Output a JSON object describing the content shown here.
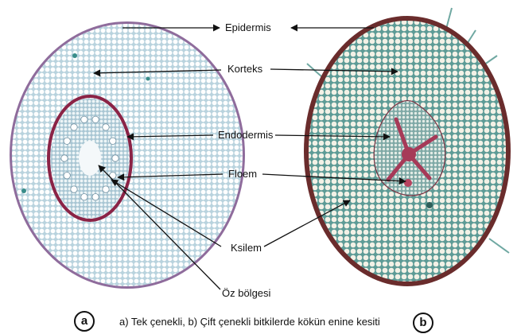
{
  "labels": {
    "epidermis": "Epidermis",
    "korteks": "Korteks",
    "endodermis": "Endodermis",
    "floem": "Floem",
    "ksilem": "Ksilem",
    "oz_bolgesi": "Öz bölgesi"
  },
  "badges": {
    "a": "a",
    "b": "b"
  },
  "caption": "a) Tek çenekli, b) Çift çenekli bitkilerde kökün enine kesiti",
  "colors": {
    "cortex_a": "#dbe9ee",
    "cell_a": "#ffffff",
    "epidermis_a": "#8f6c9c",
    "endodermis_ring": "#8b2346",
    "stele_a": "#c9dde6",
    "cortex_b": "#6fa8a2",
    "cell_b": "#f3f1e6",
    "epidermis_b": "#6a2c2c",
    "stele_b": "#8fb6b3",
    "xylem_b": "#a63a58",
    "arrow": "#111111"
  }
}
